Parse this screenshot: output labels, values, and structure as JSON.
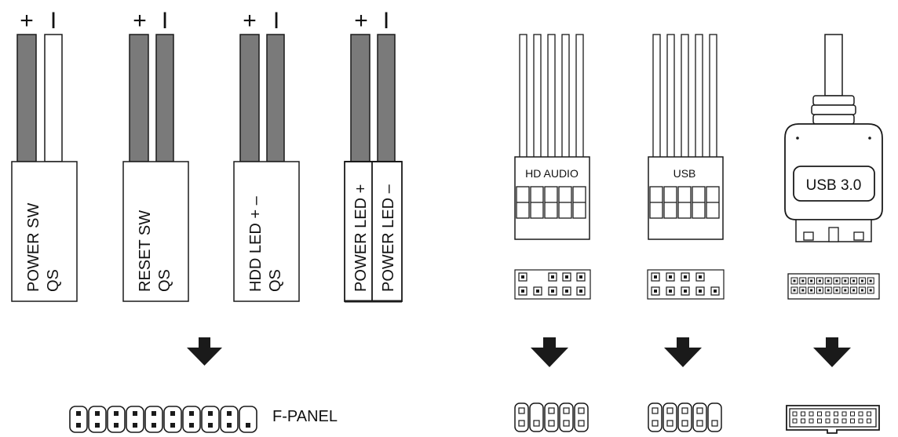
{
  "polarity": {
    "plus": "+",
    "minus": "I"
  },
  "front_panel_connectors": [
    {
      "id": "power-sw",
      "line1": "POWER SW",
      "line2": "QS",
      "wires": [
        "gray",
        "white"
      ]
    },
    {
      "id": "reset-sw",
      "line1": "RESET SW",
      "line2": "QS",
      "wires": [
        "gray",
        "gray"
      ]
    },
    {
      "id": "hdd-led",
      "line1": "HDD LED  +  –",
      "line2": "QS",
      "wires": [
        "gray",
        "gray"
      ]
    },
    {
      "id": "power-led",
      "line1": "POWER LED +",
      "line2": "POWER LED –",
      "wires": [
        "gray",
        "gray"
      ]
    }
  ],
  "header_connectors": [
    {
      "id": "hd-audio",
      "label": "HD AUDIO"
    },
    {
      "id": "usb",
      "label": "USB"
    },
    {
      "id": "usb3",
      "label": "USB 3.0"
    }
  ],
  "f_panel_label": "F-PANEL",
  "colors": {
    "wire_gray": "#7a7a7a",
    "outline": "#1a1a1a",
    "arrow": "#1a1a1a",
    "background": "#ffffff"
  },
  "icons": {
    "arrow": "arrow-down-icon"
  }
}
